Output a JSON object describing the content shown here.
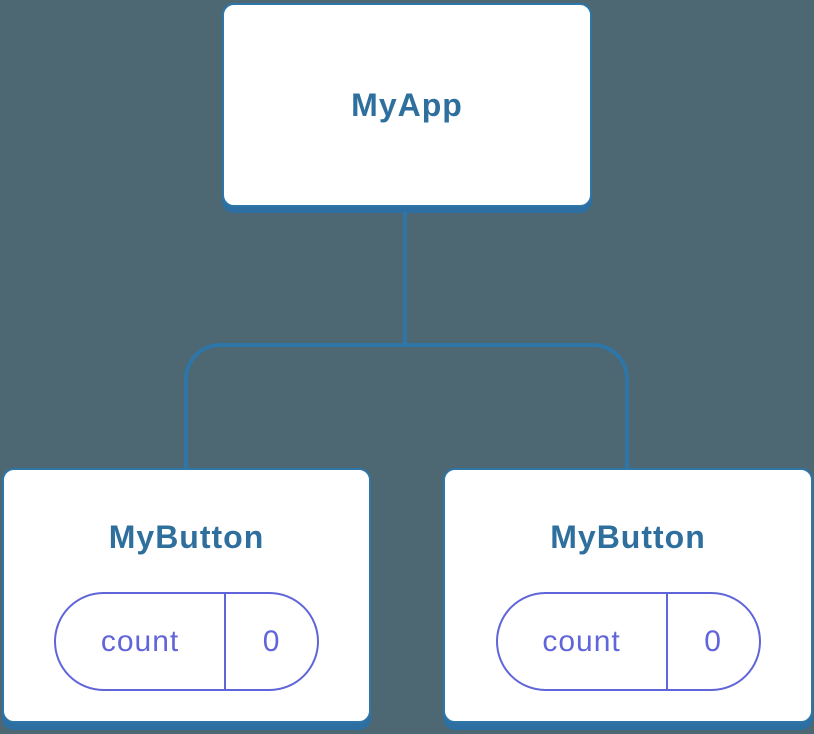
{
  "diagram": {
    "title": "component-tree",
    "colors": {
      "background": "#4D6872",
      "connector_blue": "#2E75A8",
      "card_border_blue": "#2E75A8",
      "card_shadow_blue": "#2D6FA3",
      "card_background": "#FFFFFF",
      "component_label_blue": "#2E6F9E",
      "state_purple": "#6065D9"
    },
    "tree": {
      "root": {
        "label": "MyApp"
      },
      "children": [
        {
          "label": "MyButton",
          "state": {
            "name": "count",
            "value": "0"
          }
        },
        {
          "label": "MyButton",
          "state": {
            "name": "count",
            "value": "0"
          }
        }
      ]
    }
  }
}
